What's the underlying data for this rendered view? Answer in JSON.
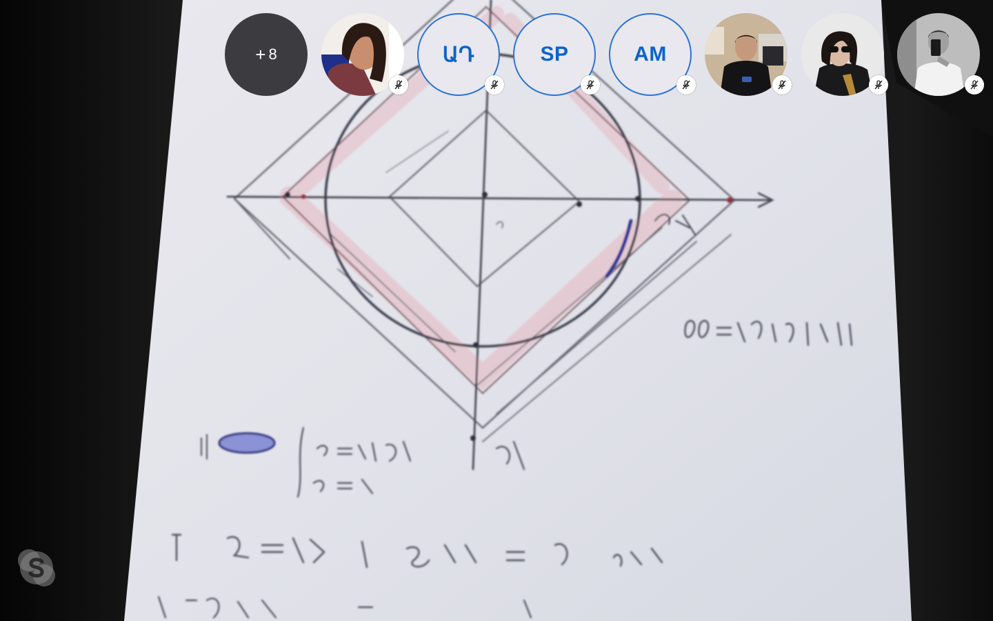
{
  "call": {
    "overflow": {
      "plus": "+",
      "count": "8"
    },
    "participants": [
      {
        "kind": "photo",
        "icon": "person-photo"
      },
      {
        "kind": "initials",
        "initials": "ԱԴ"
      },
      {
        "kind": "initials",
        "initials": "SP"
      },
      {
        "kind": "initials",
        "initials": "AM"
      },
      {
        "kind": "photo",
        "icon": "person-photo"
      },
      {
        "kind": "photo",
        "icon": "person-photo"
      },
      {
        "kind": "photo",
        "icon": "person-photo"
      }
    ],
    "mute_icon": "microphone-muted-icon",
    "avatar_border_color": "#2a72d4",
    "initials_color": "#0b63cc",
    "overflow_bg": "#3c3b40"
  },
  "feed": {
    "description_icon": "shared-video-feed"
  },
  "brand": {
    "logo_icon": "skype-logo-icon"
  }
}
